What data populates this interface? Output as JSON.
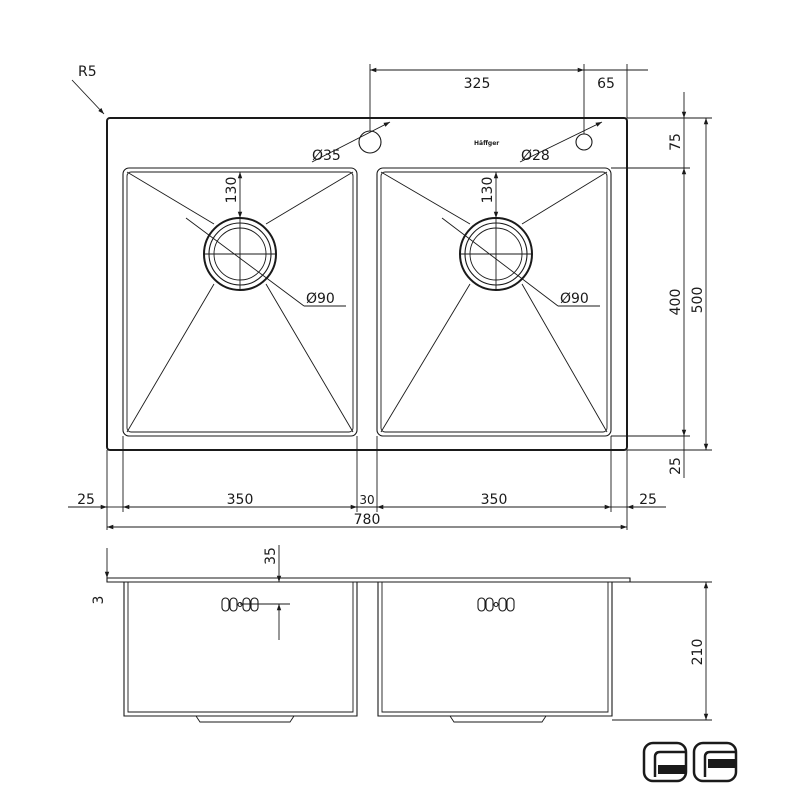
{
  "colors": {
    "line": "#1a1a1a",
    "background": "#ffffff"
  },
  "brand": "Häffger",
  "top_view": {
    "corner_radius": "R5",
    "dims": {
      "tap_distance": "325",
      "right_offset": "65",
      "hole_left": "Ø35",
      "hole_right": "Ø28",
      "drain_left": "Ø90",
      "drain_right": "Ø90",
      "drain_offset_left": "130",
      "drain_offset_right": "130",
      "top_rim": "75",
      "bowl_depth": "400",
      "overall_depth": "500",
      "bottom_rim": "25",
      "left_rim": "25",
      "bowl_left_width": "350",
      "divider": "30",
      "bowl_right_width": "350",
      "right_rim": "25",
      "overall_width": "780"
    }
  },
  "side_view": {
    "dims": {
      "flange": "3",
      "overflow_height": "35",
      "bowl_height": "210"
    }
  },
  "icons": [
    "undermount-install-icon",
    "flush-mount-install-icon"
  ]
}
